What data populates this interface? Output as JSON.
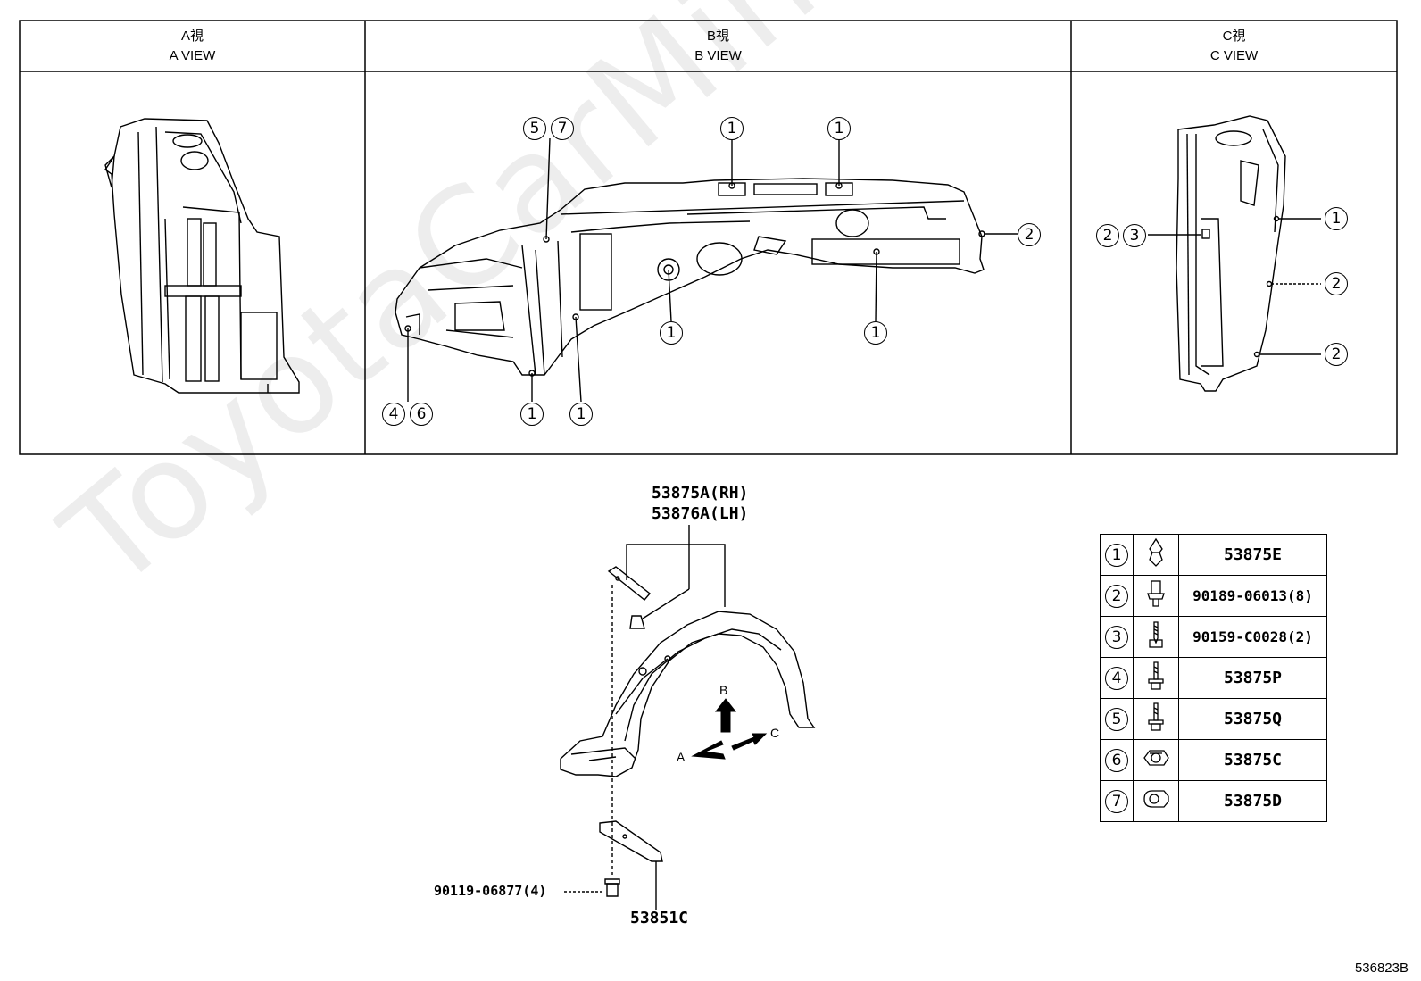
{
  "views": {
    "a": {
      "line1": "A視",
      "line2": "A VIEW"
    },
    "b": {
      "line1": "B視",
      "line2": "B VIEW"
    },
    "c": {
      "line1": "C視",
      "line2": "C VIEW"
    }
  },
  "callouts": {
    "b57a": "5",
    "b57b": "7",
    "b1_top1": "1",
    "b1_top2": "1",
    "b2_right": "2",
    "b1_mid1": "1",
    "b1_mid2": "1",
    "b46a": "4",
    "b46b": "6",
    "b1_bot1": "1",
    "b1_bot2": "1",
    "c23a": "2",
    "c23b": "3",
    "c1": "1",
    "c2a": "2",
    "c2b": "2"
  },
  "exploded": {
    "liner_rh": "53875A(RH)",
    "liner_lh": "53876A(LH)",
    "bolt": "90119-06877(4)",
    "bracket": "53851C",
    "arrow_a": "A",
    "arrow_b": "B",
    "arrow_c": "C"
  },
  "legend": [
    {
      "num": "1",
      "icon": "push-clip-icon",
      "part": "53875E"
    },
    {
      "num": "2",
      "icon": "clip-screw-icon",
      "part": "90189-06013(8)"
    },
    {
      "num": "3",
      "icon": "tapping-screw-icon",
      "part": "90159-C0028(2)"
    },
    {
      "num": "4",
      "icon": "flange-screw-icon",
      "part": "53875P"
    },
    {
      "num": "5",
      "icon": "flange-screw-icon",
      "part": "53875Q"
    },
    {
      "num": "6",
      "icon": "nut-clip-icon",
      "part": "53875C"
    },
    {
      "num": "7",
      "icon": "nut-clip-icon",
      "part": "53875D"
    }
  ],
  "watermark": "ToyotaCarMine.ru",
  "diagram_id": "536823B"
}
